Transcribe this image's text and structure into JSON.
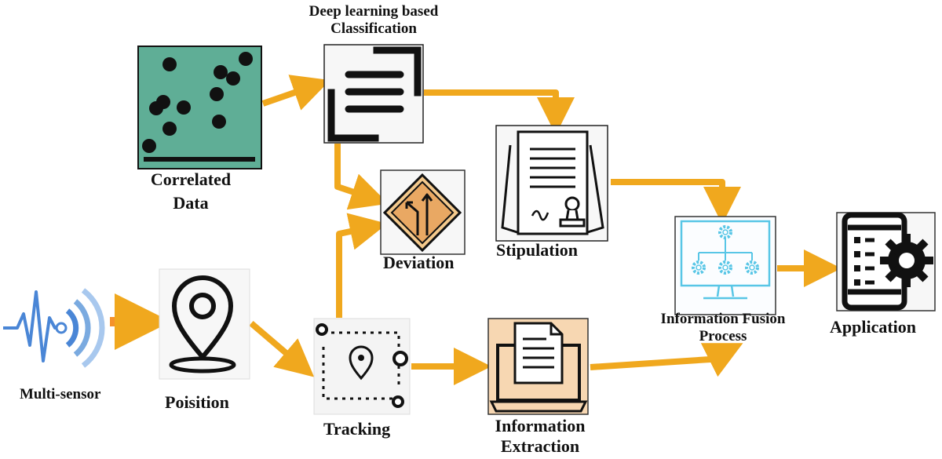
{
  "colors": {
    "arrow": "#f0a81e",
    "arrow_light": "#f7c04a",
    "icon_stroke": "#111111",
    "correlated_bg": "#5fae96",
    "extraction_bg": "#f7d7b2",
    "fusion_stroke": "#58c6e6",
    "sensor_blue": "#4a86d6"
  },
  "labels": {
    "deep_learning_line1": "Deep learning based",
    "deep_learning_line2": "Classification",
    "correlated_line1": "Correlated",
    "correlated_line2": "Data",
    "deviation": "Deviation",
    "stipulation": "Stipulation",
    "info_fusion_line1": "Information Fusion",
    "info_fusion_line2": "Process",
    "application": "Application",
    "multi_sensor": "Multi-sensor",
    "position": "Poisition",
    "tracking": "Tracking",
    "info_extraction_line1": "Information",
    "info_extraction_line2": "Extraction"
  },
  "icons": {
    "multi_sensor": "wireless-signal-icon",
    "position": "map-pin-icon",
    "tracking": "route-tracking-icon",
    "correlated": "scatter-plot-icon",
    "classification": "text-lines-icon",
    "deviation": "road-fork-sign-icon",
    "stipulation": "contract-stamp-icon",
    "extraction": "laptop-document-icon",
    "fusion": "monitor-gears-icon",
    "application": "phone-gear-icon"
  }
}
